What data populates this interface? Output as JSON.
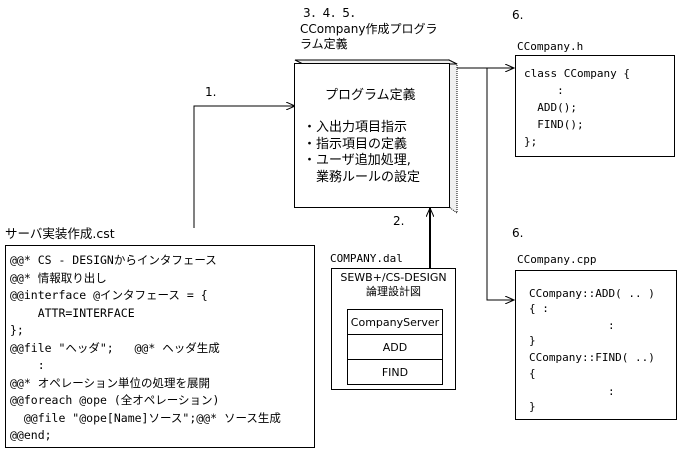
{
  "step_labels": {
    "step_345": "3．4．5．",
    "step_1": "1.",
    "step_2": "2.",
    "step_6_h": "6.",
    "step_6_cpp": "6."
  },
  "program_def": {
    "caption_line1": "CCompany作成プログラ",
    "caption_line2": "ラム定義",
    "title": "プログラム定義",
    "bullets": [
      "・入出力項目指示",
      "・指示項目の定義",
      "・ユーザ追加処理,",
      "　業務ルールの設定"
    ]
  },
  "server_file": {
    "filename": "サーバ実装作成.cst",
    "lines": [
      "@@* CS - DESIGNからインタフェース",
      "@@* 情報取り出し",
      "@@interface @インタフェース = {",
      "    ATTR=INTERFACE",
      "};",
      "@@file \"ヘッダ\";   @@* ヘッダ生成",
      "    :",
      "@@* オペレーション単位の処理を展開",
      "@@foreach @ope (全オペレーション)",
      "  @@file \"@ope[Name]ソース\";@@* ソース生成",
      "@@end;"
    ]
  },
  "dal": {
    "filename": "COMPANY.dal",
    "header_line1": "SEWB+/CS-DESIGN",
    "header_line2": "論理設計図",
    "rows": [
      "CompanyServer",
      "ADD",
      "FIND"
    ]
  },
  "header_file": {
    "filename": "CCompany.h",
    "lines": [
      "class CCompany {",
      "     :",
      "  ADD();",
      "  FIND();",
      "};"
    ]
  },
  "cpp_file": {
    "filename": "CCompany.cpp",
    "line1": "CCompany::ADD( .. )",
    "line2": "{ :",
    "line3": ":",
    "line4": "}",
    "line5": "CCompany::FIND( ..)",
    "line6": "{",
    "line7": ":",
    "line8": "}"
  }
}
